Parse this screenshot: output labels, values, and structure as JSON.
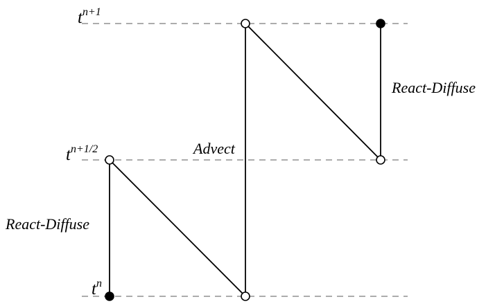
{
  "time_levels": {
    "n": {
      "base": "t",
      "sup": "n"
    },
    "half": {
      "base": "t",
      "sup": "n+1/2"
    },
    "next": {
      "base": "t",
      "sup": "n+1"
    }
  },
  "labels": {
    "react_diffuse_left": "React-Diffuse",
    "advect": "Advect",
    "react_diffuse_right": "React-Diffuse"
  },
  "colors": {
    "dashed_line": "#7a7a7a",
    "stroke": "#000000",
    "filled_node": "#000000",
    "open_node_fill": "#ffffff"
  }
}
